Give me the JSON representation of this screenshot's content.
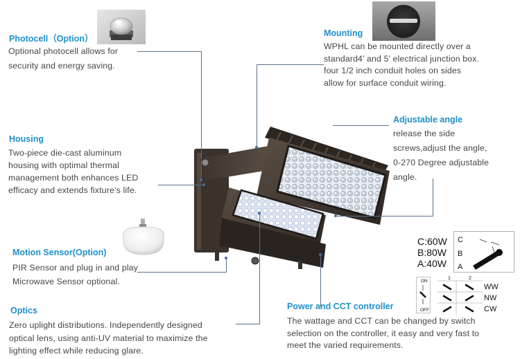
{
  "photocell": {
    "title": "Photocell（Option）",
    "lines": [
      "Optional photocell allows for",
      "security and energy saving."
    ]
  },
  "mounting": {
    "title": "Mounting",
    "lines": [
      "WPHL can be mounted directly over a",
      "standard4’ and 5’ electrical junction box.",
      "four 1/2 inch conduit holes on sides",
      "allow for surface conduit wiring."
    ]
  },
  "adjustable": {
    "title": "Adjustable angle",
    "lines": [
      "release the side",
      "screws,adjust the angle,",
      "0-270 Degree adjustable",
      "angle."
    ]
  },
  "housing": {
    "title": "Housing",
    "lines": [
      "Two-piece die-cast aluminum",
      "housing with optimal thermal",
      "management both enhances LED",
      "efficacy and extends fixture’s life."
    ]
  },
  "motion": {
    "title": "Motion Sensor(Option)",
    "lines": [
      "PIR Sensor and plug in and play",
      "Microwave Sensor optional."
    ]
  },
  "optics": {
    "title": "Optics",
    "lines": [
      "Zero uplight distributions. Independently designed",
      "optical lens, using anti-UV material to maximize the",
      "lighting effect while reducing glare."
    ]
  },
  "power": {
    "title": "Power and CCT controller",
    "lines": [
      "The wattage and CCT can be changed by switch",
      "selection on the controller, it easy and very fast to",
      "meet the varied requirements."
    ]
  },
  "controller": {
    "wattages": [
      "C:60W",
      "B:80W",
      "A:40W"
    ],
    "dial_letters": [
      "C",
      "B",
      "A"
    ],
    "switch_on": "ON",
    "switch_off": "OFF",
    "col1": "1",
    "col2": "2",
    "cct": [
      "WW",
      "NW",
      "CW"
    ]
  }
}
